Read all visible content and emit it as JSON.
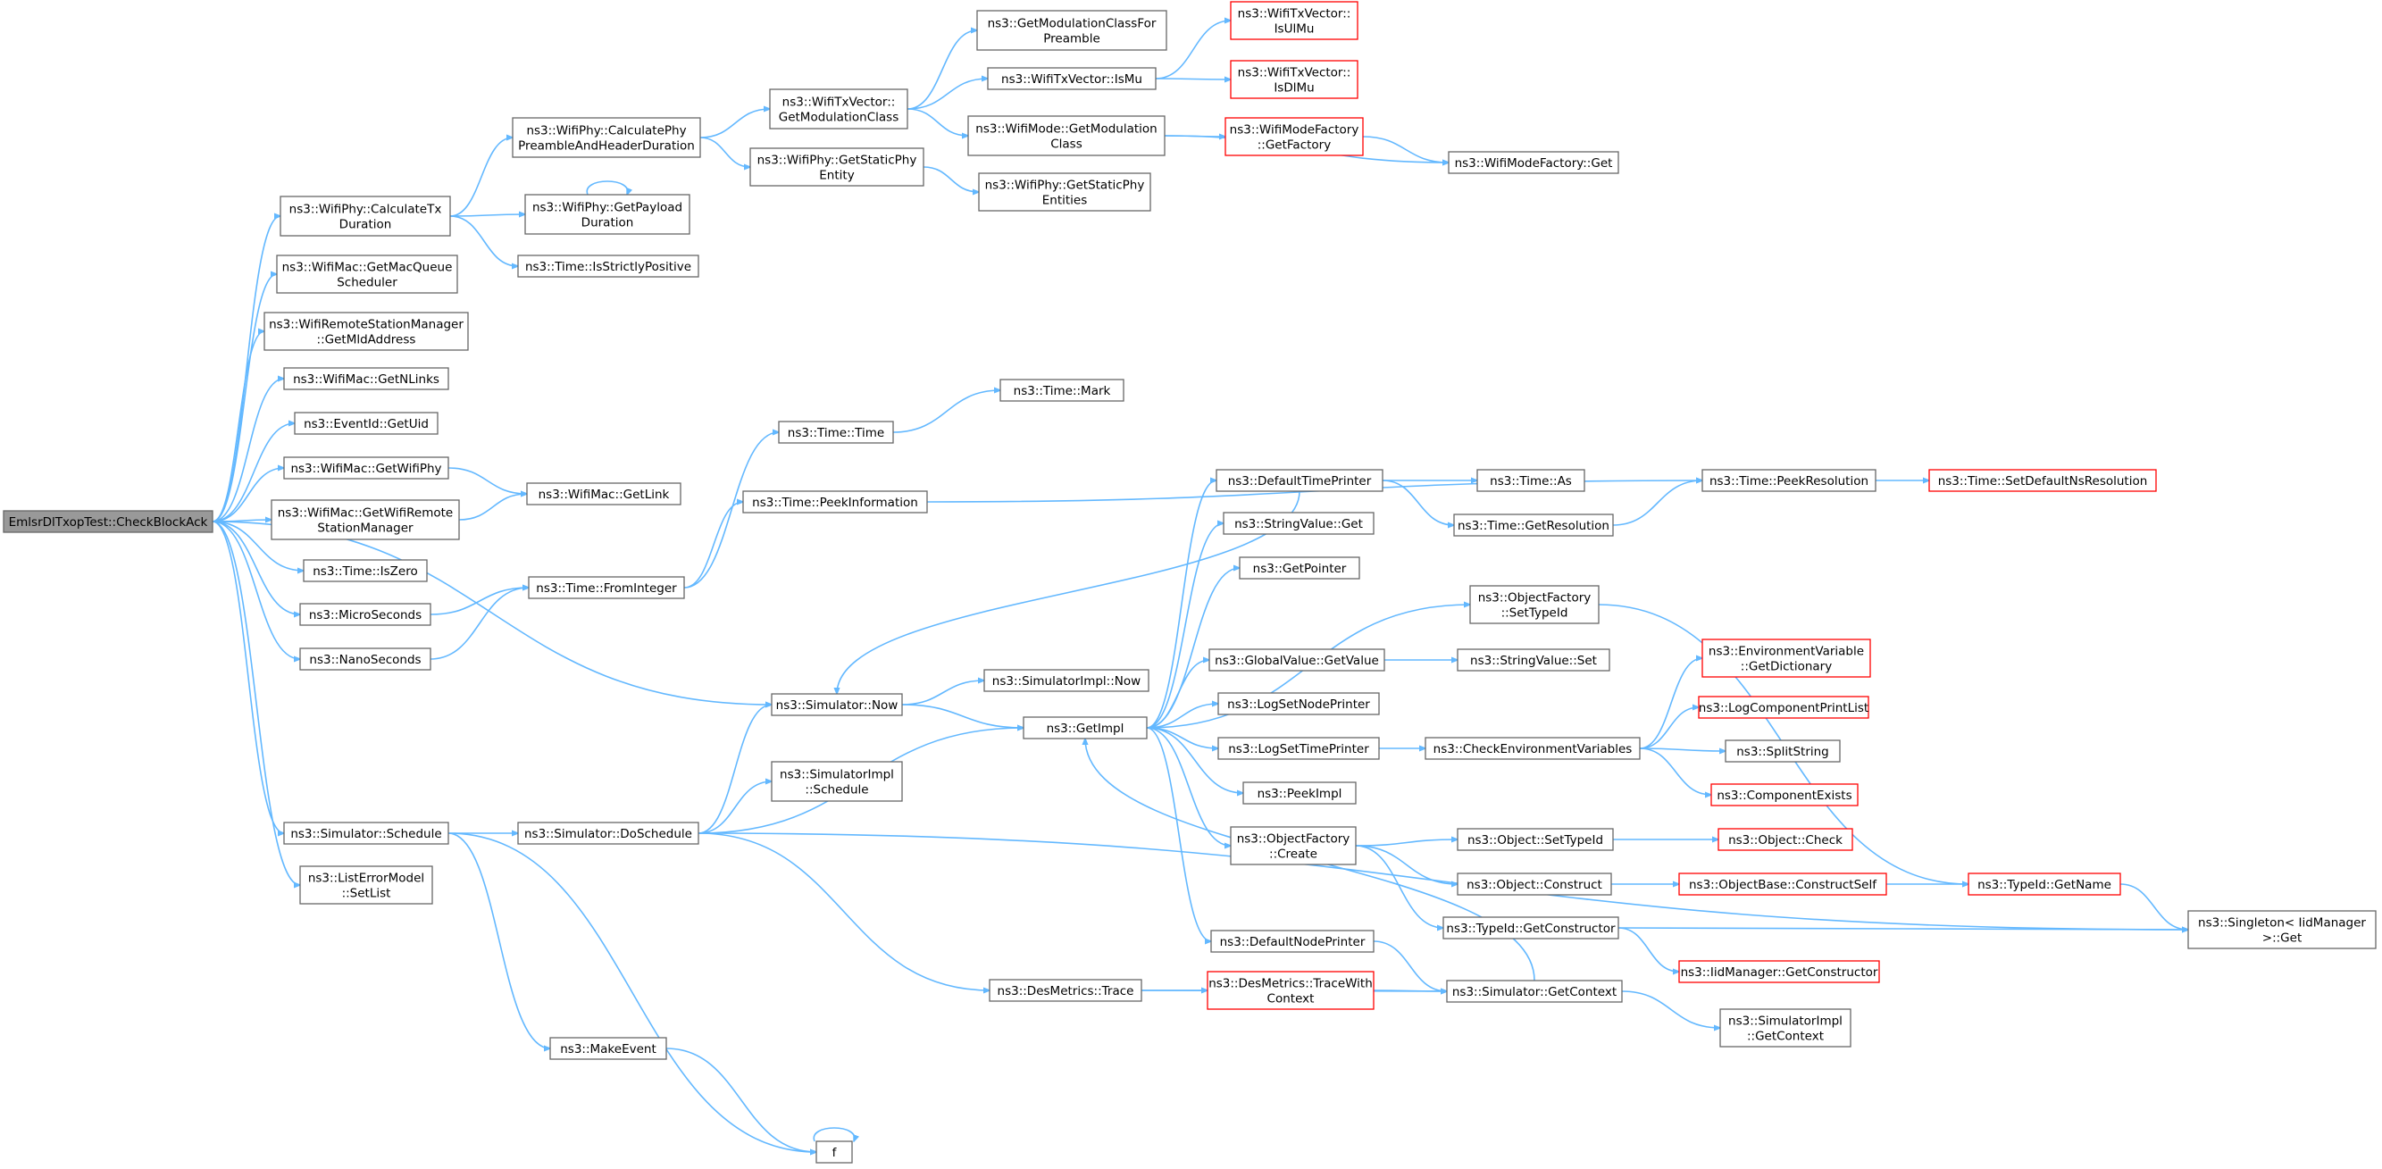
{
  "graph": {
    "nodes": [
      {
        "id": "root",
        "lines": [
          "EmlsrDlTxopTest::CheckBlockAck"
        ]
      },
      {
        "id": "wifiphy_calctx",
        "lines": [
          "ns3::WifiPhy::CalculateTx",
          "Duration"
        ]
      },
      {
        "id": "getmacqueue",
        "lines": [
          "ns3::WifiMac::GetMacQueue",
          "Scheduler"
        ]
      },
      {
        "id": "getmldaddr",
        "lines": [
          "ns3::WifiRemoteStationManager",
          "::GetMldAddress"
        ]
      },
      {
        "id": "getnlinks",
        "lines": [
          "ns3::WifiMac::GetNLinks"
        ]
      },
      {
        "id": "eventid_getuid",
        "lines": [
          "ns3::EventId::GetUid"
        ]
      },
      {
        "id": "getwifiphy",
        "lines": [
          "ns3::WifiMac::GetWifiPhy"
        ]
      },
      {
        "id": "getwifiremote",
        "lines": [
          "ns3::WifiMac::GetWifiRemote",
          "StationManager"
        ]
      },
      {
        "id": "time_iszero",
        "lines": [
          "ns3::Time::IsZero"
        ]
      },
      {
        "id": "microseconds",
        "lines": [
          "ns3::MicroSeconds"
        ]
      },
      {
        "id": "nanoseconds",
        "lines": [
          "ns3::NanoSeconds"
        ]
      },
      {
        "id": "sim_schedule",
        "lines": [
          "ns3::Simulator::Schedule"
        ]
      },
      {
        "id": "seterrlist",
        "lines": [
          "ns3::ListErrorModel",
          "::SetList"
        ]
      },
      {
        "id": "calcphypreamble",
        "lines": [
          "ns3::WifiPhy::CalculatePhy",
          "PreambleAndHeaderDuration"
        ]
      },
      {
        "id": "getpayload",
        "lines": [
          "ns3::WifiPhy::GetPayload",
          "Duration"
        ]
      },
      {
        "id": "isstrictlypos",
        "lines": [
          "ns3::Time::IsStrictlyPositive"
        ]
      },
      {
        "id": "getlink",
        "lines": [
          "ns3::WifiMac::GetLink"
        ]
      },
      {
        "id": "fromint",
        "lines": [
          "ns3::Time::FromInteger"
        ]
      },
      {
        "id": "doschedule",
        "lines": [
          "ns3::Simulator::DoSchedule"
        ]
      },
      {
        "id": "txvec_getmod",
        "lines": [
          "ns3::WifiTxVector::",
          "GetModulationClass"
        ]
      },
      {
        "id": "getstaticphy",
        "lines": [
          "ns3::WifiPhy::GetStaticPhy",
          "Entity"
        ]
      },
      {
        "id": "time_time",
        "lines": [
          "ns3::Time::Time"
        ]
      },
      {
        "id": "peekinfo",
        "lines": [
          "ns3::Time::PeekInformation"
        ]
      },
      {
        "id": "sim_now",
        "lines": [
          "ns3::Simulator::Now"
        ]
      },
      {
        "id": "simimpl_sched",
        "lines": [
          "ns3::SimulatorImpl",
          "::Schedule"
        ]
      },
      {
        "id": "makeevent",
        "lines": [
          "ns3::MakeEvent"
        ]
      },
      {
        "id": "f",
        "lines": [
          "f"
        ]
      },
      {
        "id": "getmodclassfor",
        "lines": [
          "ns3::GetModulationClassFor",
          "Preamble"
        ]
      },
      {
        "id": "txvec_ismu",
        "lines": [
          "ns3::WifiTxVector::IsMu"
        ]
      },
      {
        "id": "wifimode_getmod",
        "lines": [
          "ns3::WifiMode::GetModulation",
          "Class"
        ]
      },
      {
        "id": "getstaticphyents",
        "lines": [
          "ns3::WifiPhy::GetStaticPhy",
          "Entities"
        ]
      },
      {
        "id": "time_mark",
        "lines": [
          "ns3::Time::Mark"
        ]
      },
      {
        "id": "simimpl_now",
        "lines": [
          "ns3::SimulatorImpl::Now"
        ]
      },
      {
        "id": "getimpl",
        "lines": [
          "ns3::GetImpl"
        ]
      },
      {
        "id": "desmetrics_trace",
        "lines": [
          "ns3::DesMetrics::Trace"
        ]
      },
      {
        "id": "isulmu",
        "lines": [
          "ns3::WifiTxVector::",
          "IsUlMu"
        ]
      },
      {
        "id": "isdlmu",
        "lines": [
          "ns3::WifiTxVector::",
          "IsDlMu"
        ]
      },
      {
        "id": "modefactory_getfactory",
        "lines": [
          "ns3::WifiModeFactory",
          "::GetFactory"
        ]
      },
      {
        "id": "defaulttimeprinter",
        "lines": [
          "ns3::DefaultTimePrinter"
        ]
      },
      {
        "id": "stringvalue_get",
        "lines": [
          "ns3::StringValue::Get"
        ]
      },
      {
        "id": "getpointer",
        "lines": [
          "ns3::GetPointer"
        ]
      },
      {
        "id": "globalvalue_get",
        "lines": [
          "ns3::GlobalValue::GetValue"
        ]
      },
      {
        "id": "logsetnodeprinter",
        "lines": [
          "ns3::LogSetNodePrinter"
        ]
      },
      {
        "id": "logsettimeprinter",
        "lines": [
          "ns3::LogSetTimePrinter"
        ]
      },
      {
        "id": "peekimpl",
        "lines": [
          "ns3::PeekImpl"
        ]
      },
      {
        "id": "objfactory_create",
        "lines": [
          "ns3::ObjectFactory",
          "::Create"
        ]
      },
      {
        "id": "defaultnodeprinter",
        "lines": [
          "ns3::DefaultNodePrinter"
        ]
      },
      {
        "id": "desmetrics_tracectx",
        "lines": [
          "ns3::DesMetrics::TraceWith",
          "Context"
        ]
      },
      {
        "id": "modefactory_get",
        "lines": [
          "ns3::WifiModeFactory::Get"
        ]
      },
      {
        "id": "time_as",
        "lines": [
          "ns3::Time::As"
        ]
      },
      {
        "id": "time_getres",
        "lines": [
          "ns3::Time::GetResolution"
        ]
      },
      {
        "id": "objfactory_settypeid",
        "lines": [
          "ns3::ObjectFactory",
          "::SetTypeId"
        ]
      },
      {
        "id": "stringvalue_set",
        "lines": [
          "ns3::StringValue::Set"
        ]
      },
      {
        "id": "checkenvvars",
        "lines": [
          "ns3::CheckEnvironmentVariables"
        ]
      },
      {
        "id": "object_settypeid",
        "lines": [
          "ns3::Object::SetTypeId"
        ]
      },
      {
        "id": "object_construct",
        "lines": [
          "ns3::Object::Construct"
        ]
      },
      {
        "id": "typeid_getctor",
        "lines": [
          "ns3::TypeId::GetConstructor"
        ]
      },
      {
        "id": "sim_getctx",
        "lines": [
          "ns3::Simulator::GetContext"
        ]
      },
      {
        "id": "time_peekres",
        "lines": [
          "ns3::Time::PeekResolution"
        ]
      },
      {
        "id": "envvar_getdict",
        "lines": [
          "ns3::EnvironmentVariable",
          "::GetDictionary"
        ]
      },
      {
        "id": "logcompprintlist",
        "lines": [
          "ns3::LogComponentPrintList"
        ]
      },
      {
        "id": "splitstring",
        "lines": [
          "ns3::SplitString"
        ]
      },
      {
        "id": "componentexists",
        "lines": [
          "ns3::ComponentExists"
        ]
      },
      {
        "id": "object_check",
        "lines": [
          "ns3::Object::Check"
        ]
      },
      {
        "id": "objbase_constructself",
        "lines": [
          "ns3::ObjectBase::ConstructSelf"
        ]
      },
      {
        "id": "iidmgr_getctor",
        "lines": [
          "ns3::IidManager::GetConstructor"
        ]
      },
      {
        "id": "simimpl_getctx",
        "lines": [
          "ns3::SimulatorImpl",
          "::GetContext"
        ]
      },
      {
        "id": "time_setdefaultres",
        "lines": [
          "ns3::Time::SetDefaultNsResolution"
        ]
      },
      {
        "id": "typeid_getname",
        "lines": [
          "ns3::TypeId::GetName"
        ]
      },
      {
        "id": "singleton_get",
        "lines": [
          "ns3::Singleton< IidManager",
          ">::Get"
        ]
      }
    ],
    "colors": {
      "edge": "#63b8ff",
      "border": "#666666",
      "border_truncated": "#ff0000",
      "root_fill": "#999999",
      "text": "#000000"
    }
  }
}
